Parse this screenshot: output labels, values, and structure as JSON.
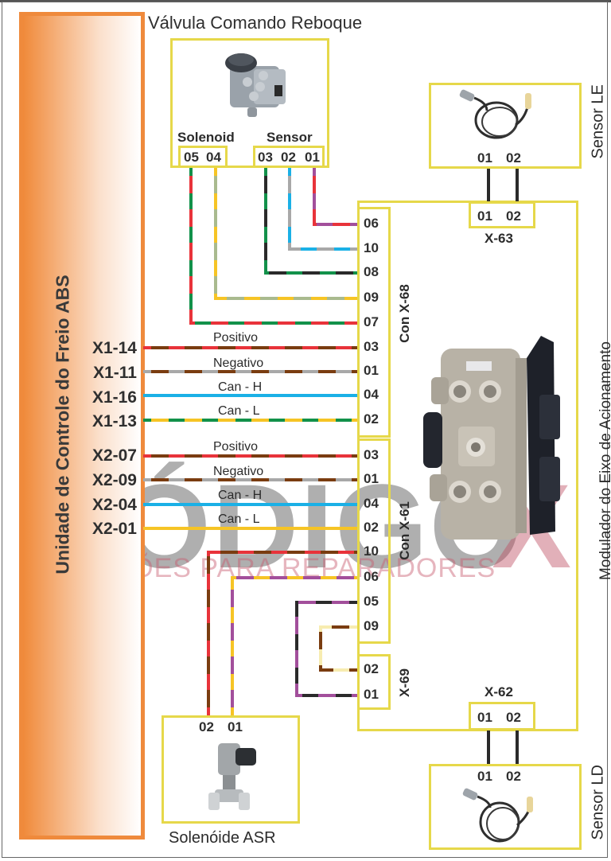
{
  "diagram": {
    "ecu": {
      "title": "Unidade de Controle do Freio ABS",
      "pins": [
        "X1-14",
        "X1-11",
        "X1-16",
        "X1-13",
        "X2-07",
        "X2-09",
        "X2-04",
        "X2-01"
      ]
    },
    "trailer_valve": {
      "title": "Válvula Comando Reboque",
      "group_solenoid": "Solenoid",
      "group_sensor": "Sensor",
      "solenoid_pins": [
        "05",
        "04"
      ],
      "sensor_pins": [
        "03",
        "02",
        "01"
      ]
    },
    "sensor_le": {
      "title": "Sensor LE",
      "pins": [
        "01",
        "02"
      ],
      "connector": "X-63",
      "connector_pins": [
        "01",
        "02"
      ]
    },
    "sensor_ld": {
      "title": "Sensor LD",
      "pins": [
        "01",
        "02"
      ],
      "connector": "X-62",
      "connector_pins": [
        "01",
        "02"
      ]
    },
    "modulator": {
      "title": "Modulador do Eixo de Acionamento",
      "con_x68": {
        "label": "Con X-68",
        "pins": [
          "06",
          "10",
          "08",
          "09",
          "07",
          "03",
          "01",
          "04",
          "02"
        ]
      },
      "con_x61": {
        "label": "Con X-61",
        "pins": [
          "03",
          "01",
          "04",
          "02",
          "10",
          "06",
          "05",
          "09"
        ]
      },
      "x69": {
        "label": "X-69",
        "pins": [
          "02",
          "01"
        ]
      }
    },
    "wire_labels_x1": [
      "Positivo",
      "Negativo",
      "Can - H",
      "Can - L"
    ],
    "wire_labels_x2": [
      "Positivo",
      "Negativo",
      "Can - H",
      "Can - L"
    ],
    "asr": {
      "title": "Solenóide ASR",
      "pins": [
        "02",
        "01"
      ]
    },
    "watermark": {
      "brand": "CÓDIGO",
      "brand_x": "X",
      "tagline": "SOLUÇÕES PARA REPARADORES"
    },
    "colors": {
      "connector_box": "#e6d84a",
      "ecu_border": "#ef8a3c",
      "brown": "#7a3c10",
      "red": "#e8333a",
      "green": "#12914a",
      "black": "#2a2a2a",
      "blue": "#1ab0e6",
      "gray": "#a8a8a8",
      "yellow": "#f6c425",
      "olive": "#a9ba8e",
      "purple": "#a24f9b",
      "cream": "#f7ecb0"
    }
  }
}
